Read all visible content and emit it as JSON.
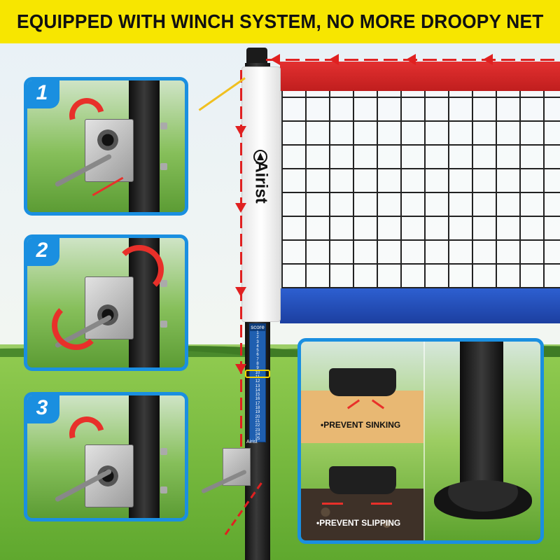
{
  "header": {
    "title": "EQUIPPED WITH WINCH SYSTEM, NO MORE DROOPY NET"
  },
  "brand": {
    "name": "Airist",
    "logo_icon": "airist-logo-icon"
  },
  "steps": [
    {
      "number": "1"
    },
    {
      "number": "2"
    },
    {
      "number": "3"
    }
  ],
  "score_strip": {
    "header": "score",
    "numbers": [
      "1",
      "2",
      "3",
      "4",
      "5",
      "6",
      "7",
      "8",
      "9",
      "10",
      "11",
      "12",
      "13",
      "14",
      "15",
      "16",
      "17",
      "18",
      "19",
      "20",
      "21",
      "22",
      "23",
      "24",
      "25"
    ],
    "brand": "Airist"
  },
  "features": {
    "sinking_label": "•PREVENT SINKING",
    "slipping_label": "•PREVENT SLIPPING"
  },
  "colors": {
    "banner": "#f7e600",
    "panel_border": "#1a8fe0",
    "arrow": "#e02020",
    "net_top": "#d62828",
    "net_bottom": "#2550c0"
  }
}
